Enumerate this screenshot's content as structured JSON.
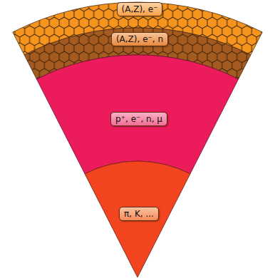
{
  "diagram": {
    "nodes": [
      {
        "text": [
          "(A,Z), e⁻"
        ]
      },
      {
        "text": [
          "(A,Z), e⁻, n"
        ]
      },
      {
        "text": [
          "p⁺, e⁻, n, μ"
        ]
      },
      {
        "text": [
          "π, K, ..."
        ]
      }
    ]
  }
}
